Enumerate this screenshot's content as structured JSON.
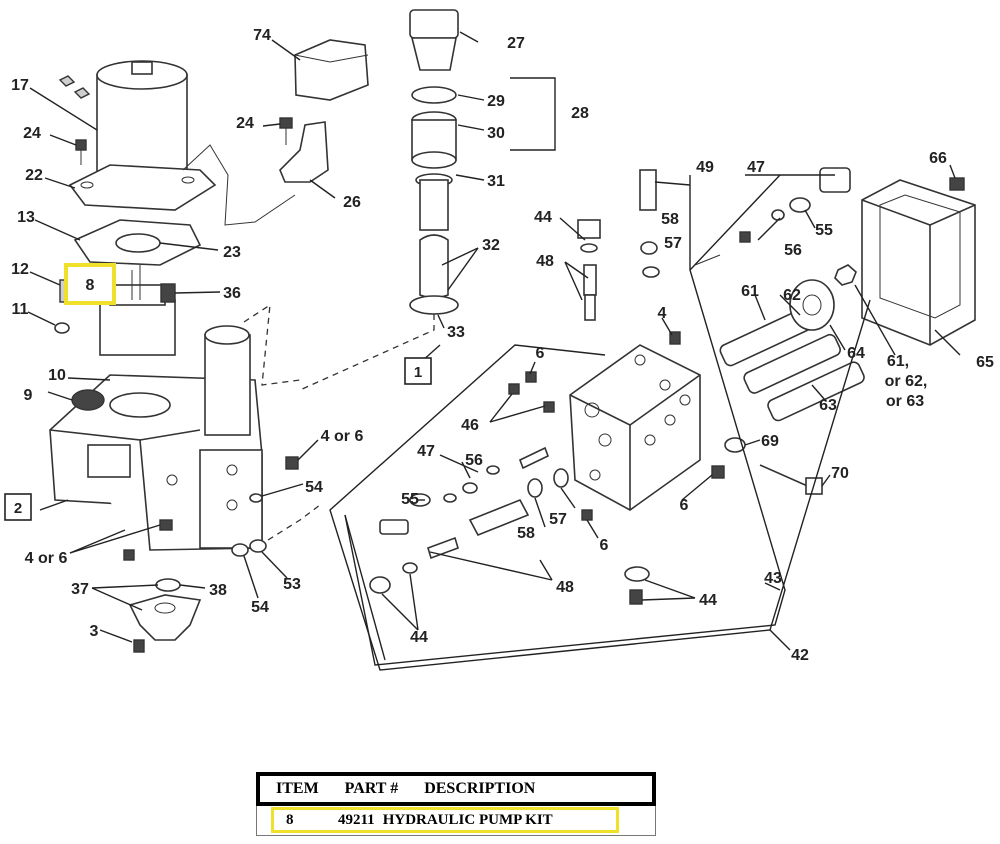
{
  "callouts": {
    "c74": "74",
    "c27": "27",
    "c29": "29",
    "c28": "28",
    "c30": "30",
    "c31": "31",
    "c32": "32",
    "c33": "33",
    "c17": "17",
    "c24a": "24",
    "c24b": "24",
    "c22": "22",
    "c26": "26",
    "c13": "13",
    "c23": "23",
    "c12": "12",
    "c8": "8",
    "c36": "36",
    "c11": "11",
    "c10": "10",
    "c9": "9",
    "c1": "1",
    "c2": "2",
    "c4or6a": "4 or 6",
    "c4or6b": "4 or 6",
    "c54a": "54",
    "c54b": "54",
    "c53": "53",
    "c37": "37",
    "c38": "38",
    "c3": "3",
    "c49": "49",
    "c47a": "47",
    "c47b": "47",
    "c58a": "58",
    "c58b": "58",
    "c57a": "57",
    "c57b": "57",
    "c44a": "44",
    "c44b": "44",
    "c44c": "44",
    "c48a": "48",
    "c48b": "48",
    "c4": "4",
    "c6a": "6",
    "c6b": "6",
    "c6c": "6",
    "c46": "46",
    "c56a": "56",
    "c56b": "56",
    "c55a": "55",
    "c55b": "55",
    "c61": "61",
    "c62": "62",
    "c64": "64",
    "c63": "63",
    "c69": "69",
    "c70": "70",
    "c66": "66",
    "c65": "65",
    "c61or": "61,",
    "c62or": "or 62,",
    "c63or": "or 63",
    "c43": "43",
    "c42": "42"
  },
  "parts_table": {
    "headers": [
      "ITEM",
      "PART #",
      "DESCRIPTION"
    ],
    "rows": [
      {
        "item": "8",
        "part_number": "49211",
        "description": "HYDRAULIC PUMP KIT"
      }
    ]
  },
  "highlight_color": "#f0e02a"
}
